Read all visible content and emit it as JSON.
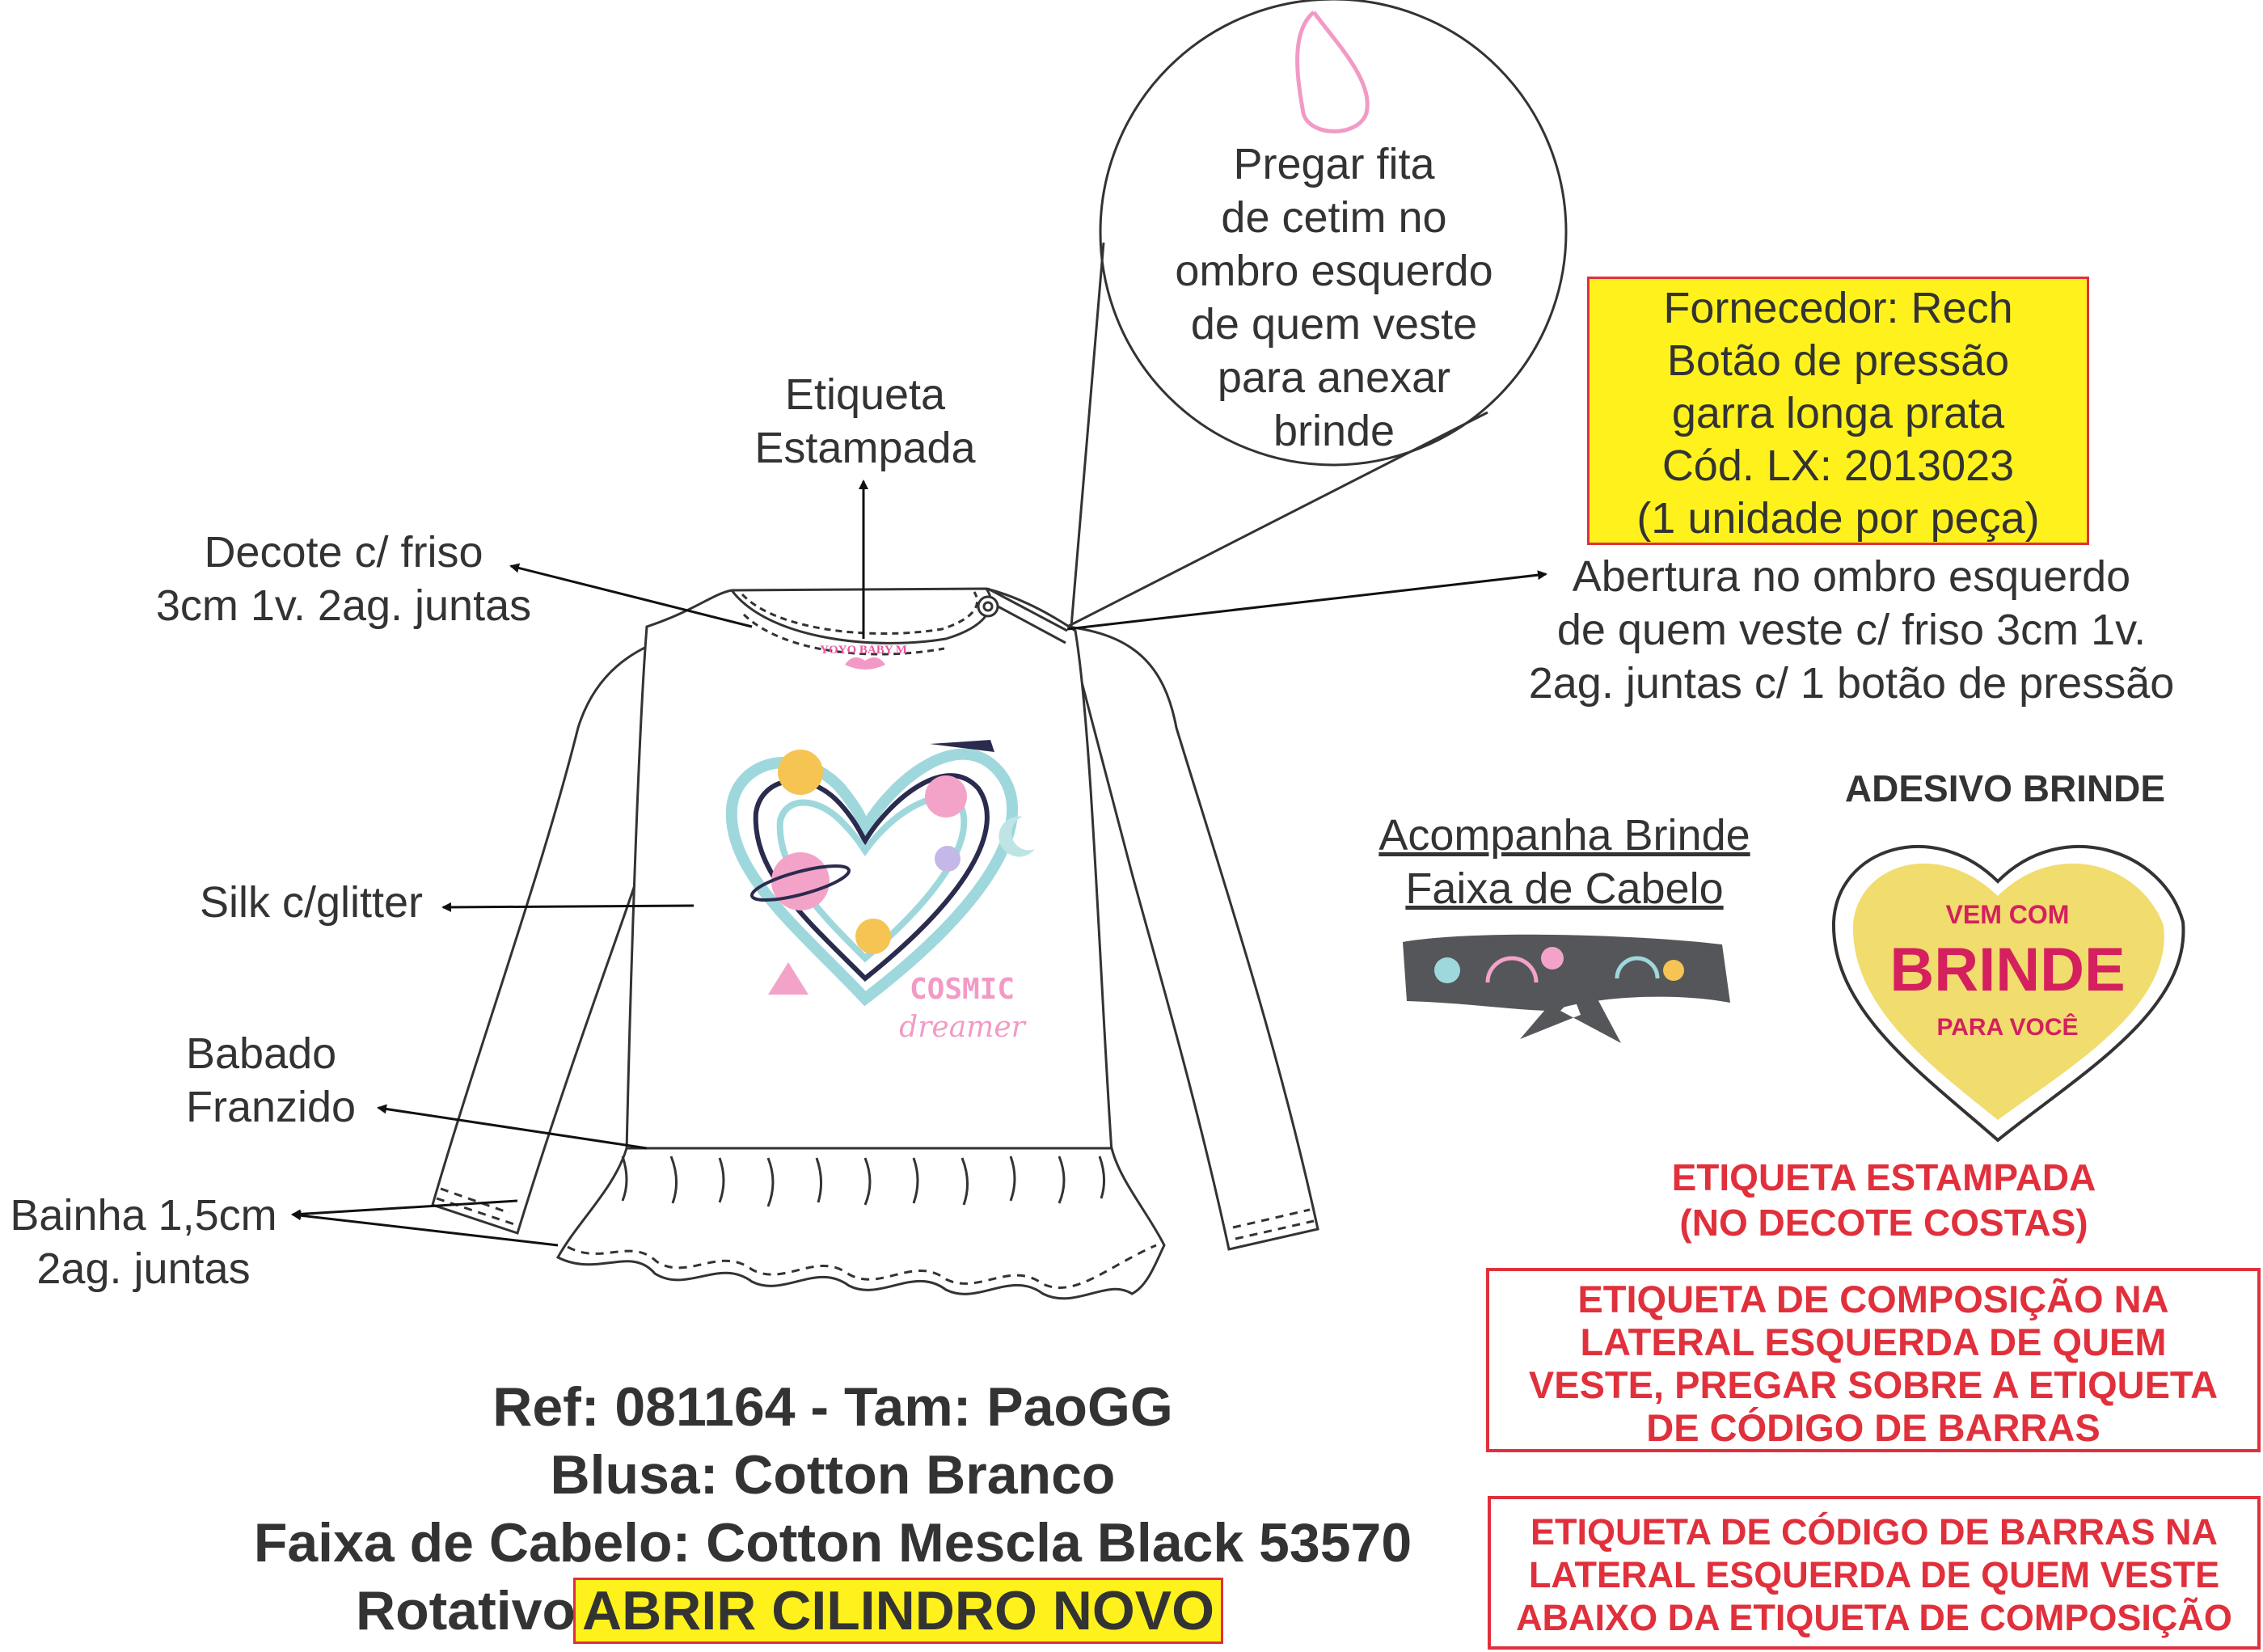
{
  "callouts": {
    "etiqueta": [
      "Etiqueta",
      "Estampada"
    ],
    "decote": [
      "Decote c/ friso",
      "3cm 1v. 2ag. juntas"
    ],
    "silk": "Silk c/glitter",
    "babado": [
      "Babado",
      "Franzido"
    ],
    "bainha": [
      "Bainha 1,5cm",
      "2ag. juntas"
    ],
    "circle": [
      "Pregar fita",
      "de cetim no",
      "ombro esquerdo",
      "de quem veste",
      "para anexar",
      "brinde"
    ],
    "abertura": [
      "Abertura no ombro esquerdo",
      "de quem veste c/ friso 3cm 1v.",
      "2ag. juntas c/ 1 botão de pressão"
    ]
  },
  "supplier_box": [
    "Fornecedor: Rech",
    "Botão de pressão",
    "garra longa prata",
    "Cód. LX: 2013023",
    "(1 unidade por peça)"
  ],
  "headband": {
    "title": [
      "Acompanha Brinde",
      "Faixa de Cabelo"
    ]
  },
  "sticker": {
    "heading": "ADESIVO BRINDE",
    "line1": "VEM COM",
    "line2": "BRINDE",
    "line3": "PARA VOCÊ"
  },
  "print_art": {
    "text1": "COSMIC",
    "text2": "dreamer"
  },
  "neck_label": "YOYO BABY M",
  "notes": {
    "printed_label": [
      "ETIQUETA ESTAMPADA",
      "(NO DECOTE COSTAS)"
    ],
    "composition": [
      "ETIQUETA DE COMPOSIÇÃO NA",
      "LATERAL ESQUERDA DE QUEM",
      "VESTE, PREGAR SOBRE A ETIQUETA",
      "DE CÓDIGO DE BARRAS"
    ],
    "barcode": [
      "ETIQUETA DE CÓDIGO DE BARRAS NA",
      "LATERAL ESQUERDA DE QUEM VESTE",
      "ABAIXO DA ETIQUETA DE COMPOSIÇÃO"
    ]
  },
  "spec": {
    "ref": "Ref: 081164 - Tam: PaoGG",
    "blusa": "Blusa: Cotton Branco",
    "faixa": "Faixa de Cabelo: Cotton Mescla Black 53570",
    "rotativo": "Rotativo",
    "rotativo_highlight": "ABRIR CILINDRO NOVO"
  },
  "colors": {
    "red": "#e0303c",
    "yellow": "#fff21c",
    "text": "#333333",
    "pink": "#f29ac5",
    "teal": "#9fd8dc",
    "navy": "#2a2b4e",
    "sticker": "#f1dc6e"
  }
}
